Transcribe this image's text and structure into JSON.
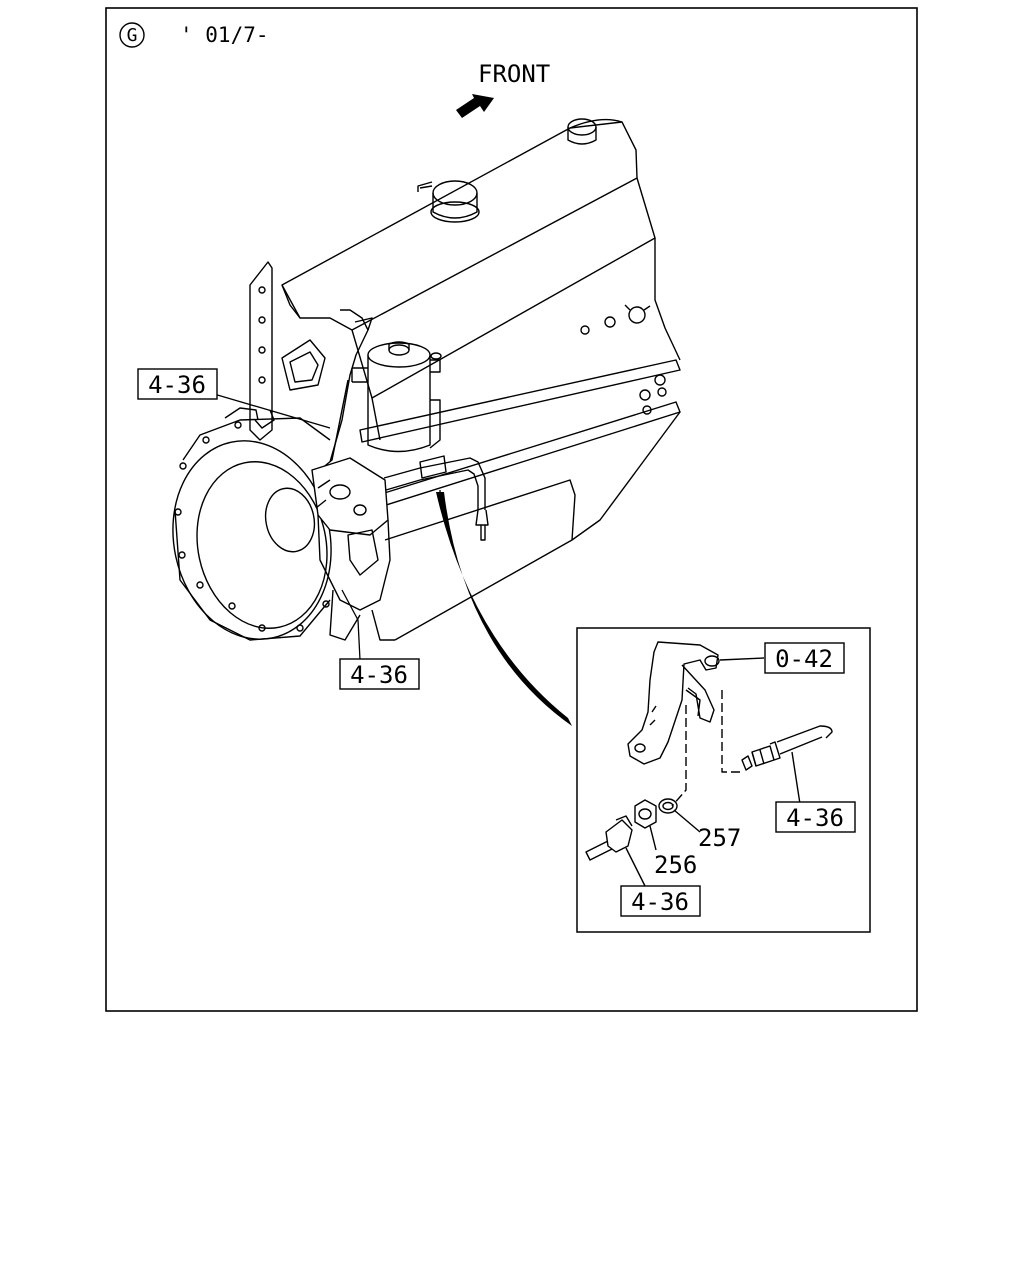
{
  "header": {
    "section_letter": "G",
    "date_code": "' 01/7-"
  },
  "direction_label": "FRONT",
  "callouts": {
    "hose_upper_left": "4-36",
    "hose_lower_center": "4-36",
    "bracket_ref": "0-42",
    "hose_detail_right": "4-36",
    "hose_detail_bottom": "4-36"
  },
  "part_numbers": {
    "washer": "257",
    "nut": "256"
  },
  "colors": {
    "line": "#000000",
    "background": "#ffffff"
  }
}
